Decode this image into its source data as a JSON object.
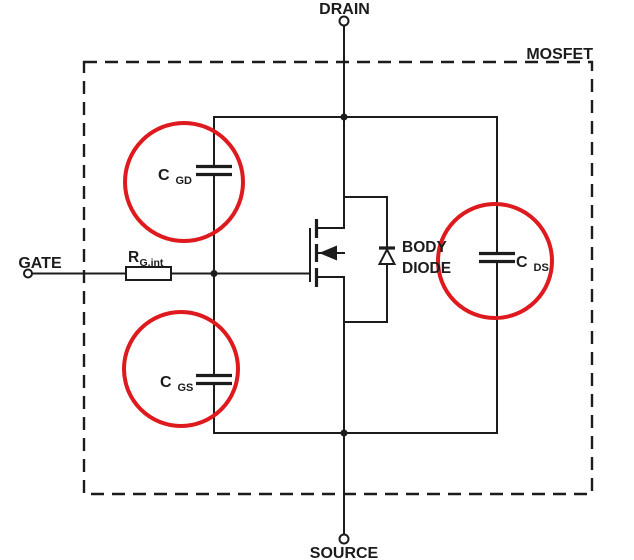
{
  "diagram": {
    "type": "circuit-schematic",
    "boundary_label": "MOSFET",
    "terminals": {
      "drain": "DRAIN",
      "gate": "GATE",
      "source": "SOURCE"
    },
    "components": {
      "c_gd": {
        "symbol": "C",
        "subscript": "GD",
        "type": "capacitor",
        "highlighted": true
      },
      "c_gs": {
        "symbol": "C",
        "subscript": "GS",
        "type": "capacitor",
        "highlighted": true
      },
      "c_ds": {
        "symbol": "C",
        "subscript": "DS",
        "type": "capacitor",
        "highlighted": true
      },
      "r_g_int": {
        "symbol": "R",
        "subscript": "G,int",
        "type": "resistor",
        "highlighted": false
      },
      "body_diode": {
        "label": [
          "BODY",
          "DIODE"
        ],
        "type": "diode",
        "highlighted": false
      },
      "mosfet": {
        "type": "n-channel-mosfet"
      }
    },
    "colors": {
      "line": "#1c1c1c",
      "highlight_red": "#de1a1e",
      "background": "#ffffff"
    }
  }
}
